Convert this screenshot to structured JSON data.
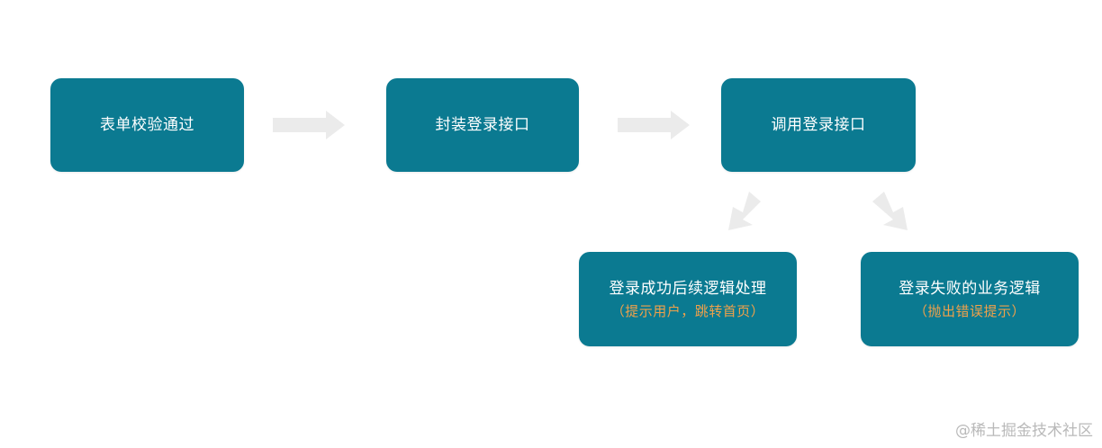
{
  "colors": {
    "box_fill": "#0b7a91",
    "box_text": "#ffffff",
    "note_text": "#f0a14a",
    "arrow": "#ebebeb",
    "watermark": "#b9b9b9"
  },
  "steps": [
    {
      "label": "表单校验通过"
    },
    {
      "label": "封装登录接口"
    },
    {
      "label": "调用登录接口"
    },
    {
      "label": "登录成功后续逻辑处理",
      "note": "（提示用户，跳转首页）"
    },
    {
      "label": "登录失败的业务逻辑",
      "note": "（抛出错误提示）"
    }
  ],
  "watermark": "@稀土掘金技术社区"
}
